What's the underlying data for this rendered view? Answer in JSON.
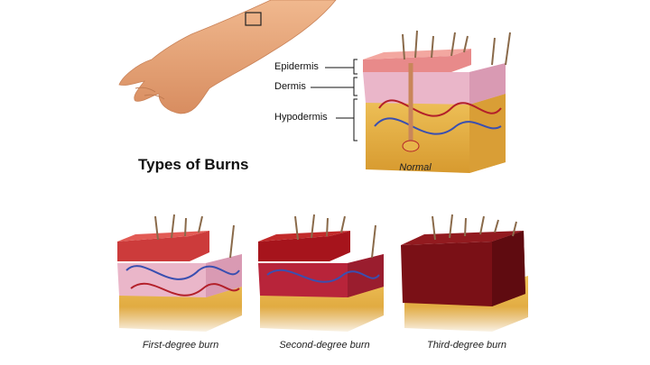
{
  "title": "Types of Burns",
  "labels": {
    "epidermis": "Epidermis",
    "dermis": "Dermis",
    "hypodermis": "Hypodermis"
  },
  "captions": {
    "normal": "Normal",
    "first": "First-degree burn",
    "second": "Second-degree burn",
    "third": "Third-degree burn"
  },
  "colors": {
    "skin_tone": "#e9a77c",
    "epidermis": "#e88a8a",
    "dermis": "#e9b3c8",
    "hypodermis": "#e8b54a",
    "burn_red": "#b11a1a",
    "burn_dark": "#6e0d12",
    "vessel_blue": "#3a4fb0",
    "vessel_red": "#b3202a",
    "hair": "#8a6a4a"
  }
}
